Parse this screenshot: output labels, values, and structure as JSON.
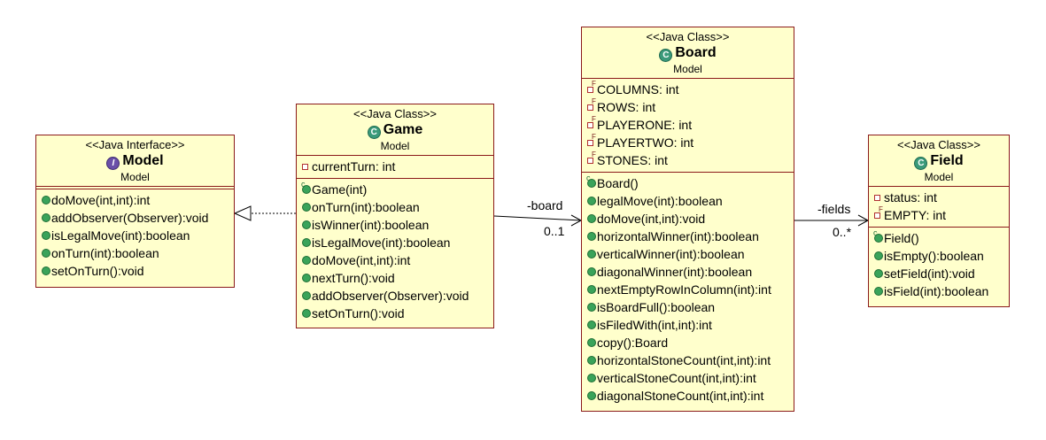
{
  "connectors": {
    "board_role": "-board",
    "board_mult": "0..1",
    "fields_role": "-fields",
    "fields_mult": "0..*"
  },
  "classes": {
    "model": {
      "stereotype": "<<Java Interface>>",
      "name": "Model",
      "package": "Model",
      "attributes": [],
      "methods": [
        "doMove(int,int):int",
        "addObserver(Observer):void",
        "isLegalMove(int):boolean",
        "onTurn(int):boolean",
        "setOnTurn():void"
      ]
    },
    "game": {
      "stereotype": "<<Java Class>>",
      "name": "Game",
      "package": "Model",
      "attributes": [
        "currentTurn: int"
      ],
      "methods": [
        "Game(int)",
        "onTurn(int):boolean",
        "isWinner(int):boolean",
        "isLegalMove(int):boolean",
        "doMove(int,int):int",
        "nextTurn():void",
        "addObserver(Observer):void",
        "setOnTurn():void"
      ]
    },
    "board": {
      "stereotype": "<<Java Class>>",
      "name": "Board",
      "package": "Model",
      "attributes": [
        "COLUMNS: int",
        "ROWS: int",
        "PLAYERONE: int",
        "PLAYERTWO: int",
        "STONES: int"
      ],
      "methods": [
        "Board()",
        "legalMove(int):boolean",
        "doMove(int,int):void",
        "horizontalWinner(int):boolean",
        "verticalWinner(int):boolean",
        "diagonalWinner(int):boolean",
        "nextEmptyRowInColumn(int):int",
        "isBoardFull():boolean",
        "isFiledWith(int,int):int",
        "copy():Board",
        "horizontalStoneCount(int,int):int",
        "verticalStoneCount(int,int):int",
        "diagonalStoneCount(int,int):int"
      ]
    },
    "field": {
      "stereotype": "<<Java Class>>",
      "name": "Field",
      "package": "Model",
      "attributes": [
        "status: int",
        "EMPTY: int"
      ],
      "methods": [
        "Field()",
        "isEmpty():boolean",
        "setField(int):void",
        "isField(int):boolean"
      ]
    }
  }
}
